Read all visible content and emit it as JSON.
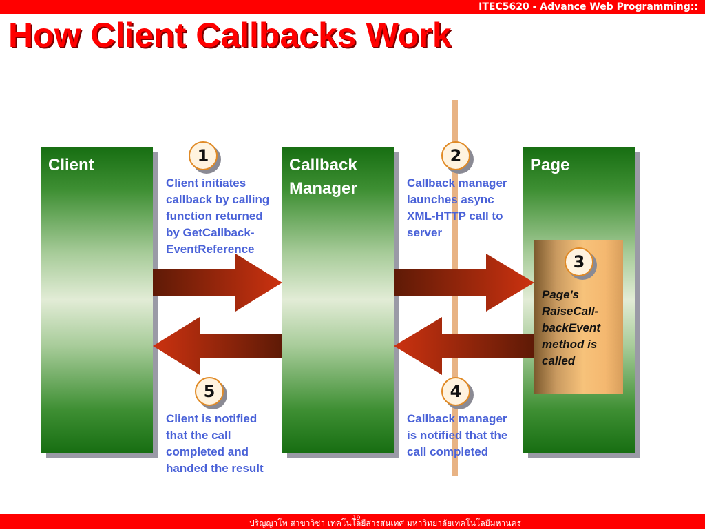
{
  "header": {
    "course": "ITEC5620 - Advance Web Programming::",
    "title": "How Client Callbacks Work"
  },
  "diagram": {
    "panels": [
      {
        "label": "Client"
      },
      {
        "label": "Callback\nManager"
      },
      {
        "label": "Page"
      }
    ],
    "steps": [
      {
        "number": "1",
        "text": "Client initiates callback by calling function returned by GetCallback-EventReference"
      },
      {
        "number": "2",
        "text": "Callback manager launches async XML-HTTP call to server"
      },
      {
        "number": "3",
        "text": "Page's RaiseCall-backEvent method is called"
      },
      {
        "number": "4",
        "text": "Callback manager is notified that the call completed"
      },
      {
        "number": "5",
        "text": "Client is notified that the call completed and handed the result"
      }
    ],
    "colors": {
      "panel_dark": "#176e12",
      "panel_light": "#e2ecd6",
      "arrow_dark": "#5e1a06",
      "arrow_bright": "#cc3210",
      "note_text": "#4a62d8",
      "badge_border": "#e08a26",
      "divider": "#e8b384"
    }
  },
  "footer": {
    "text": "ปริญญาโท สาขาวิชา เทคโนโลยีสารสนเทศ  มหาวิทยาลัยเทคโนโลยีมหานคร",
    "page_number": "19"
  }
}
